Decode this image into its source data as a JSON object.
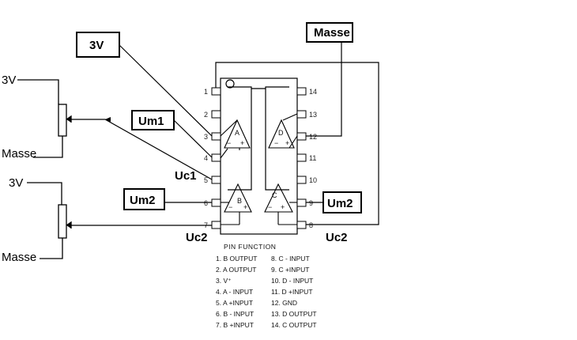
{
  "pots": [
    {
      "top": "3V",
      "bottom": "Masse"
    },
    {
      "top": "3V",
      "bottom": "Masse"
    }
  ],
  "boxes": {
    "v3": "3V",
    "masse": "Masse",
    "um1": "Um1",
    "um2_left": "Um2",
    "um2_right": "Um2"
  },
  "labels": {
    "uc1": "Uc1",
    "uc2_left": "Uc2",
    "uc2_right": "Uc2"
  },
  "ic": {
    "pins_left": [
      "1",
      "2",
      "3",
      "4",
      "5",
      "6",
      "7"
    ],
    "pins_right": [
      "14",
      "13",
      "12",
      "11",
      "10",
      "9",
      "8"
    ],
    "opamps": [
      {
        "label": "A",
        "minus": "−",
        "plus": "+"
      },
      {
        "label": "D",
        "minus": "−",
        "plus": "+"
      },
      {
        "label": "B",
        "minus": "−",
        "plus": "+"
      },
      {
        "label": "C",
        "minus": "−",
        "plus": "+"
      }
    ]
  },
  "pin_function": {
    "title": "PIN FUNCTION",
    "left": [
      "1. B OUTPUT",
      "2. A OUTPUT",
      "3. V⁺",
      "4. A - INPUT",
      "5. A +INPUT",
      "6. B - INPUT",
      "7. B +INPUT"
    ],
    "right": [
      "8. C - INPUT",
      "9. C +INPUT",
      "10. D - INPUT",
      "11. D +INPUT",
      "12. GND",
      "13. D OUTPUT",
      "14. C OUTPUT"
    ]
  }
}
